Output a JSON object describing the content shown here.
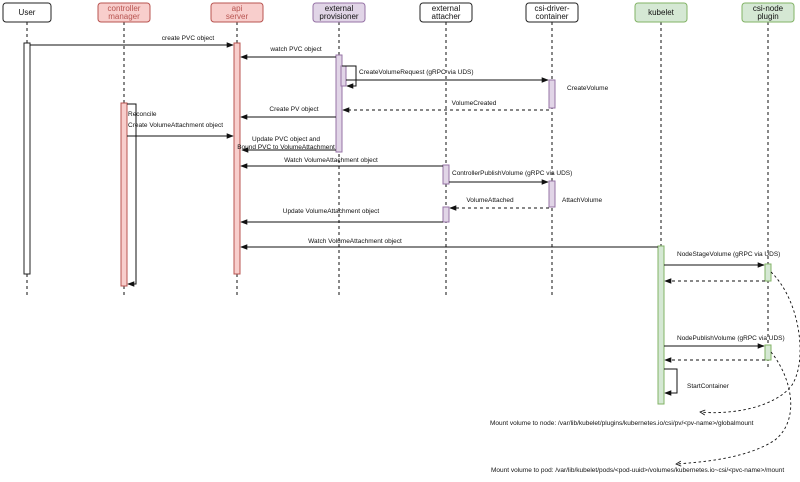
{
  "participants": [
    {
      "id": "user",
      "lines": [
        "User"
      ],
      "fill": "#ffffff",
      "stroke": "#222222",
      "text": "#111111"
    },
    {
      "id": "cm",
      "lines": [
        "controller",
        "manager"
      ],
      "fill": "#f8cecc",
      "stroke": "#b85450",
      "text": "#b85450"
    },
    {
      "id": "api",
      "lines": [
        "api",
        "server"
      ],
      "fill": "#f8cecc",
      "stroke": "#b85450",
      "text": "#b85450"
    },
    {
      "id": "ep",
      "lines": [
        "external",
        "provisioner"
      ],
      "fill": "#e1d5e7",
      "stroke": "#9673a6",
      "text": "#111111"
    },
    {
      "id": "ea",
      "lines": [
        "external",
        "attacher"
      ],
      "fill": "#ffffff",
      "stroke": "#222222",
      "text": "#111111"
    },
    {
      "id": "csi",
      "lines": [
        "csi-driver-",
        "container"
      ],
      "fill": "#ffffff",
      "stroke": "#222222",
      "text": "#111111"
    },
    {
      "id": "kubelet",
      "lines": [
        "kubelet"
      ],
      "fill": "#d5e8d4",
      "stroke": "#82b366",
      "text": "#111111"
    },
    {
      "id": "cnp",
      "lines": [
        "csi-node",
        "plugin"
      ],
      "fill": "#d5e8d4",
      "stroke": "#82b366",
      "text": "#111111"
    }
  ],
  "messages": {
    "create_pvc": "create PVC object",
    "watch_pvc": "watch PVC object",
    "create_volume_request": "CreateVolumeRequest (gRPC via UDS)",
    "create_volume": "CreateVolume",
    "volume_created": "VolumeCreated",
    "create_pv": "Create PV object",
    "reconcile": "Reconcile",
    "create_va": "Create VolumeAttachment object",
    "update_pvc_1": "Update PVC object and",
    "update_pvc_2": "Bound PVC to VolumeAttachment",
    "watch_va_1": "Watch VolumeAttachment object",
    "controller_publish": "ControllerPublishVolume (gRPC via UDS)",
    "attach_volume": "AttachVolume",
    "volume_attached": "VolumeAttached",
    "update_va": "Update VolumeAttachment object",
    "watch_va_2": "Watch VolumeAttachment object",
    "node_stage": "NodeStageVolume (gRPC via UDS)",
    "node_publish": "NodePublishVolume (gRPC via UDS)",
    "start_container": "StartContainer"
  },
  "notes": {
    "mount_node": "Mount volume to node: /var/lib/kubelet/plugins/kubernetes.io/csi/pv/<pv-name>/globalmount",
    "mount_pod": "Mount volume to pod: /var/lib/kubelet/pods/<pod-uuid>/volumes/kubernetes.io~csi/<pvc-name>/mount"
  },
  "colors": {
    "red_fill": "#f8cecc",
    "red_stroke": "#b85450",
    "purple_fill": "#e1d5e7",
    "purple_stroke": "#9673a6",
    "green_fill": "#d5e8d4",
    "green_stroke": "#82b366",
    "line": "#111111"
  }
}
